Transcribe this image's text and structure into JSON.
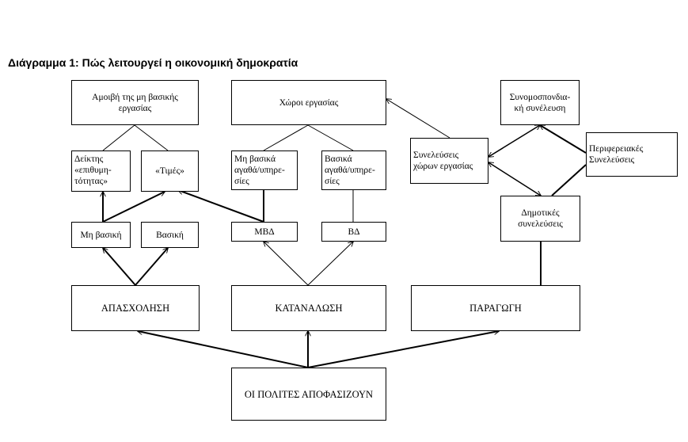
{
  "title": "Διάγραμμα 1: Πώς λειτουργεί η οικονομική δημοκρατία",
  "nodes": {
    "amoivi": "Αμοιβή της μη βασικής\nεργασίας",
    "xoroi": "Χώροι εργασίας",
    "synomosp": "Συνομοσπονδια-\nκή συνέλευση",
    "deiktis": "Δείκτης\n«επιθυμη-\nτότητας»",
    "times": "«Τιμές»",
    "mi_vasika": "Μη      βασικά\nαγαθά/υπηρε-\nσίες",
    "vasika": "Βασικά\nαγαθά/υπηρε-\nσίες",
    "synel_xoron": "Συνελεύσεις\nχώρων εργασίας",
    "perif": "Περιφερειακές\nΣυνελεύσεις",
    "mi_vasiki": "Μη βασική",
    "vasiki": "Βασική",
    "mvd": "ΜΒΔ",
    "vd": "ΒΔ",
    "dimotikes": "Δημοτικές\nσυνελεύσεις",
    "apasxolisi": "ΑΠΑΣΧΟΛΗΣΗ",
    "katanalosi": "ΚΑΤΑΝΑΛΩΣΗ",
    "paragogi": "ΠΑΡΑΓΩΓΗ",
    "polites": "ΟΙ ΠΟΛΙΤΕΣ ΑΠΟΦΑΣΙΖΟΥΝ"
  }
}
